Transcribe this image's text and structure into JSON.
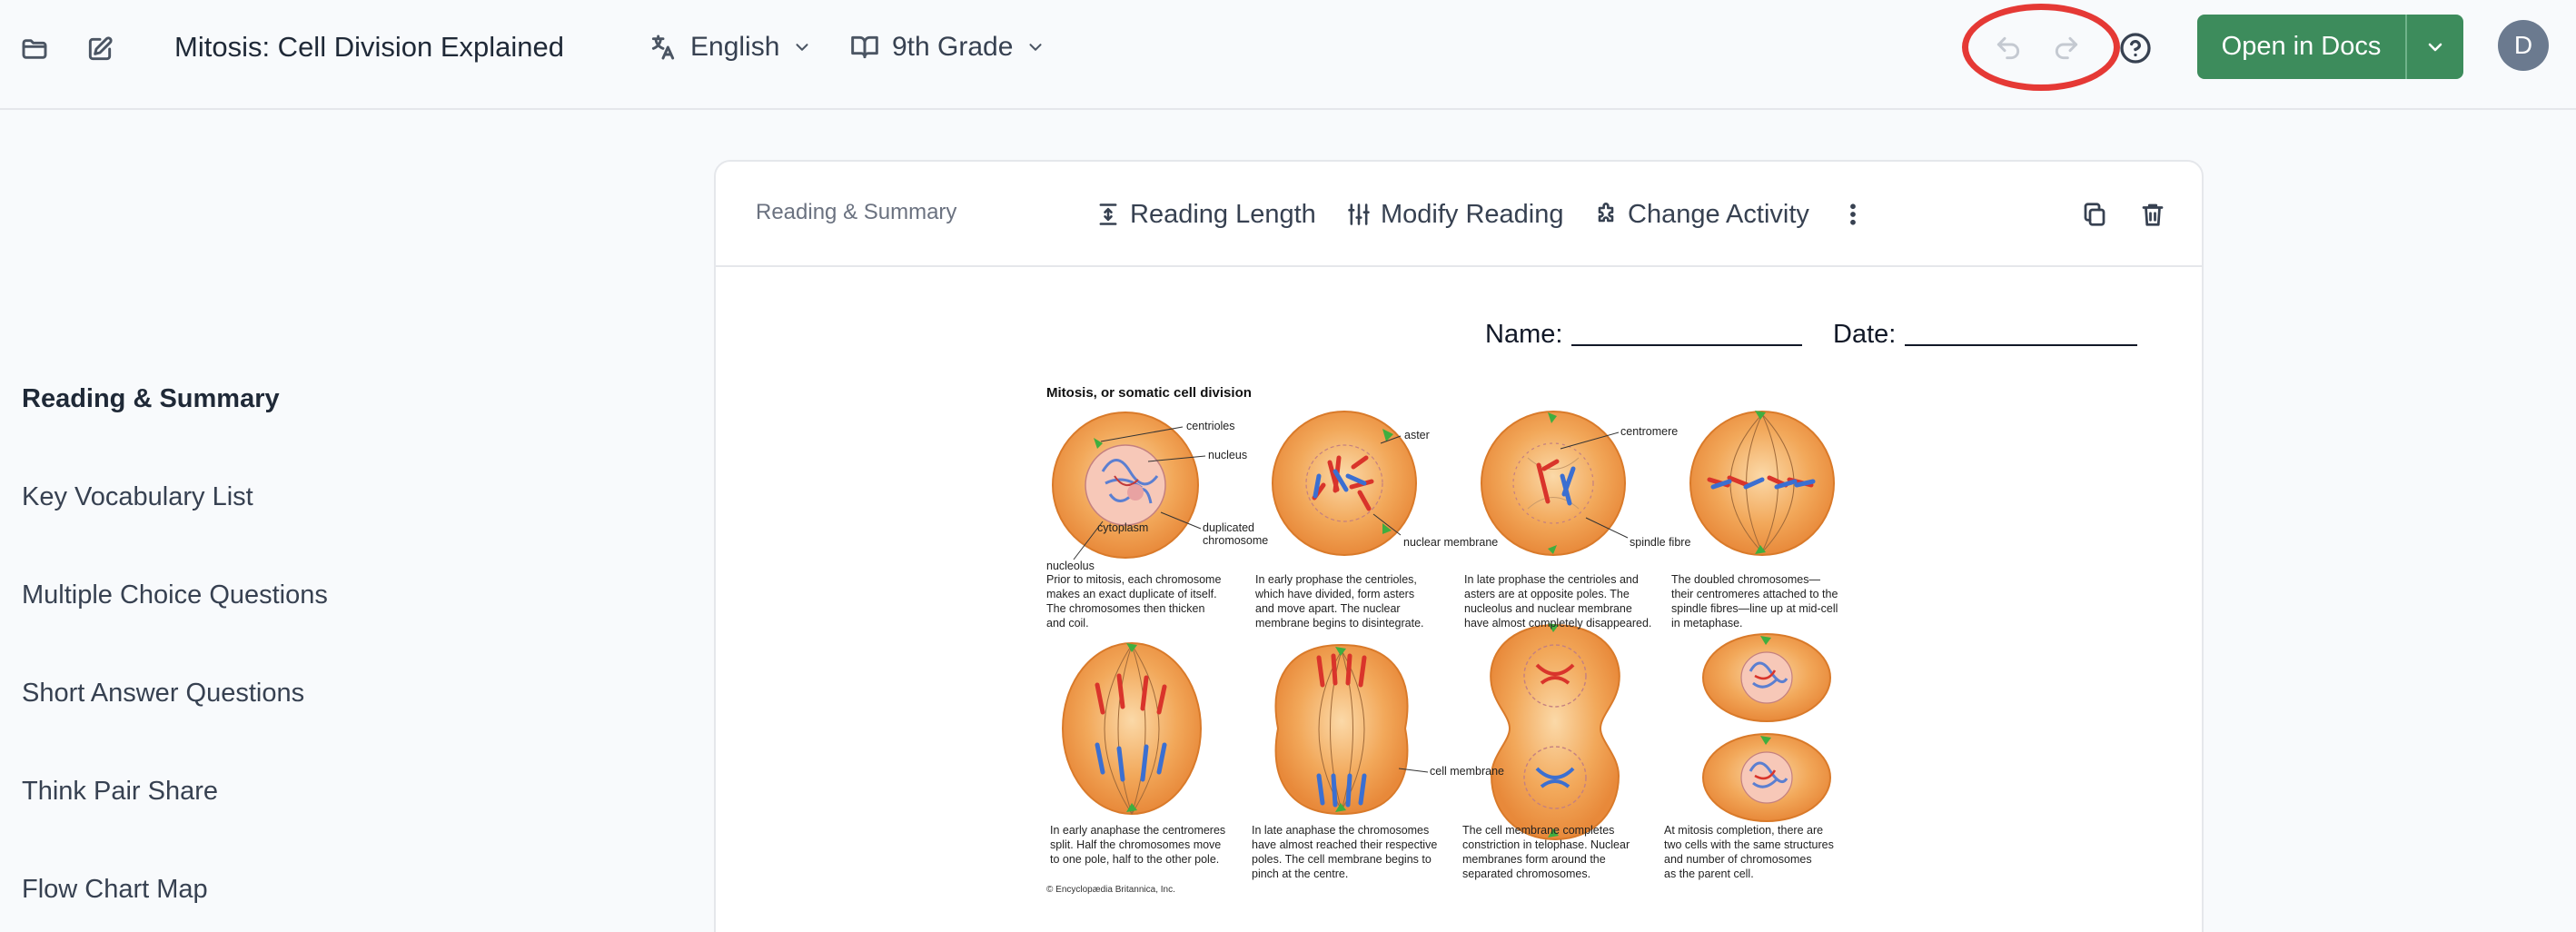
{
  "header": {
    "title": "Mitosis: Cell Division Explained",
    "language": "English",
    "grade": "9th Grade",
    "open_docs_label": "Open in Docs",
    "avatar_initial": "D"
  },
  "sidebar": {
    "items": [
      {
        "label": "Reading & Summary",
        "active": true
      },
      {
        "label": "Key Vocabulary List"
      },
      {
        "label": "Multiple Choice Questions"
      },
      {
        "label": "Short Answer Questions"
      },
      {
        "label": "Think Pair Share"
      },
      {
        "label": "Flow Chart Map"
      }
    ]
  },
  "card": {
    "label": "Reading & Summary",
    "actions": {
      "reading_length": "Reading Length",
      "modify_reading": "Modify Reading",
      "change_activity": "Change Activity"
    },
    "name_label": "Name:",
    "date_label": "Date:"
  },
  "figure": {
    "title": "Mitosis, or somatic cell division",
    "labels": {
      "centrioles": "centrioles",
      "nucleus": "nucleus",
      "cytoplasm": "cytoplasm",
      "duplicated_chromosome": "duplicated\nchromosome",
      "nucleolus": "nucleolus",
      "aster": "aster",
      "nuclear_membrane": "nuclear membrane",
      "centromere": "centromere",
      "spindle_fibre": "spindle fibre",
      "cell_membrane": "cell membrane"
    },
    "captions": [
      "Prior to mitosis, each chromosome\nmakes an exact duplicate of itself.\nThe chromosomes then thicken\nand coil.",
      "In early prophase the centrioles,\nwhich have divided, form asters\nand move apart. The nuclear\nmembrane begins to disintegrate.",
      "In late prophase the centrioles and\nasters are at opposite poles. The\nnucleolus and nuclear membrane\nhave almost completely disappeared.",
      "The doubled chromosomes—\ntheir centromeres attached to the\nspindle fibres—line up at mid-cell\nin metaphase.",
      "In early anaphase the centromeres\nsplit. Half the chromosomes move\nto one pole, half to the other pole.",
      "In late anaphase the chromosomes\nhave almost reached their respective\npoles. The cell membrane begins to\npinch at the centre.",
      "The cell membrane completes\nconstriction in telophase. Nuclear\nmembranes form around the\nseparated chromosomes.",
      "At mitosis completion, there are\ntwo cells with the same structures\nand number of chromosomes\nas the parent cell."
    ],
    "copyright": "© Encyclopædia Britannica, Inc."
  },
  "colors": {
    "primary_button": "#3d8c5c",
    "highlight_ring": "#e53935",
    "cell_fill": "#f0a050",
    "chromosome_red": "#d9342b",
    "chromosome_blue": "#3b6fd1",
    "centriole_green": "#3fae3f"
  }
}
